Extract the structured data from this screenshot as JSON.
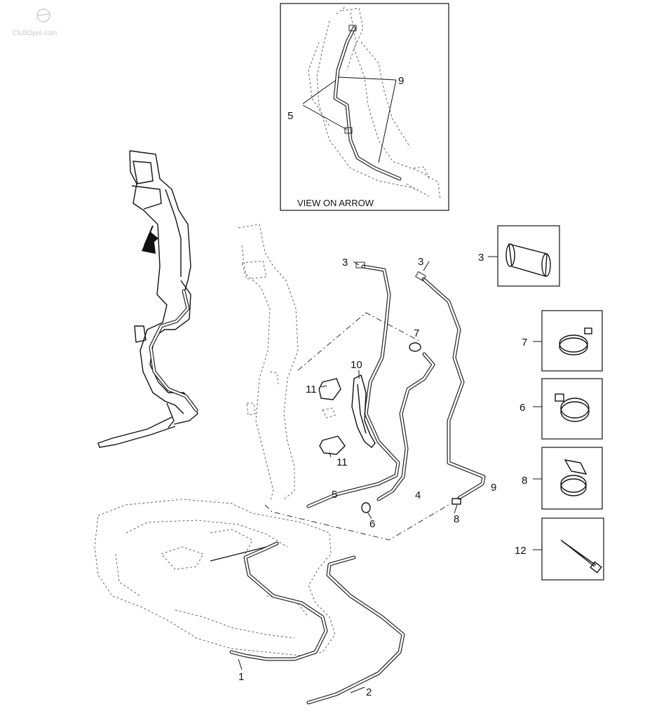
{
  "watermark": "ClubOpel.com",
  "inset_caption": "VIEW ON ARROW",
  "callouts": {
    "inset_5": "5",
    "inset_9": "9",
    "p3_left": "3",
    "p3_right": "3",
    "p7": "7",
    "p10": "10",
    "p11_top": "11",
    "p11_bottom": "11",
    "p5": "5",
    "p4": "4",
    "p9": "9",
    "p6": "6",
    "p8": "8",
    "p1": "1",
    "p2": "2",
    "side_3": "3",
    "side_7": "7",
    "side_6": "6",
    "side_8": "8",
    "side_12": "12"
  },
  "colors": {
    "line": "#222222",
    "background": "#ffffff"
  }
}
